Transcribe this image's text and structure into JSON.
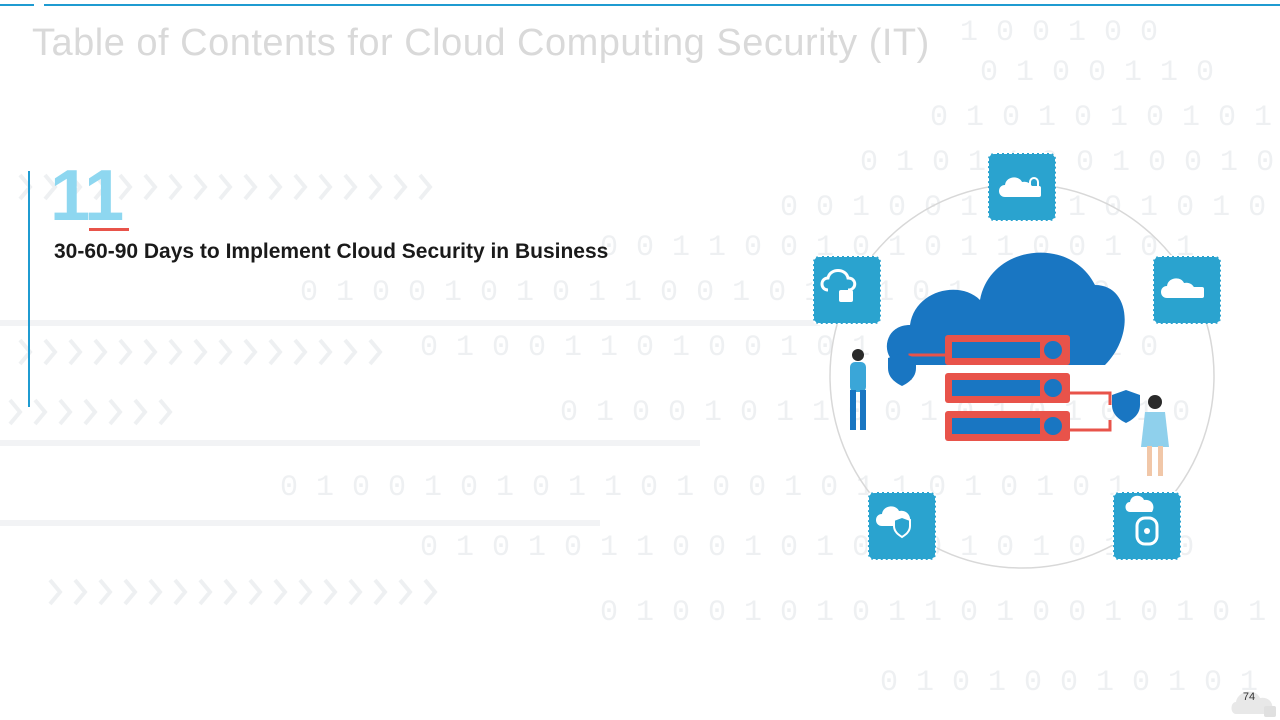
{
  "slide": {
    "title": "Table of Contents for Cloud Computing Security (IT)",
    "section_number": "11",
    "section_heading": "30-60-90 Days to Implement Cloud Security in Business",
    "page_number": "74"
  },
  "colors": {
    "accent_blue": "#1f9bd1",
    "number_blue": "#8ed7f0",
    "underline_red": "#e8534a",
    "server_red": "#e8534a",
    "cloud_blue": "#1976c2",
    "icon_tile": "#2aa3cf",
    "title_gray": "#d9d9d9"
  },
  "illustration": {
    "icons": [
      "cloud-lock-icon",
      "cloud-upload-lock-icon",
      "cloud-lock-icon",
      "cloud-shield-icon",
      "cloud-padlock-icon"
    ]
  }
}
